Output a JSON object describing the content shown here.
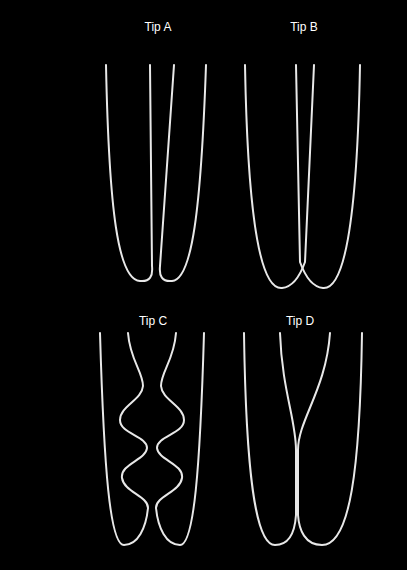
{
  "diagram": {
    "labels": [
      "Tip A",
      "Tip B",
      "Tip C",
      "Tip D"
    ]
  }
}
